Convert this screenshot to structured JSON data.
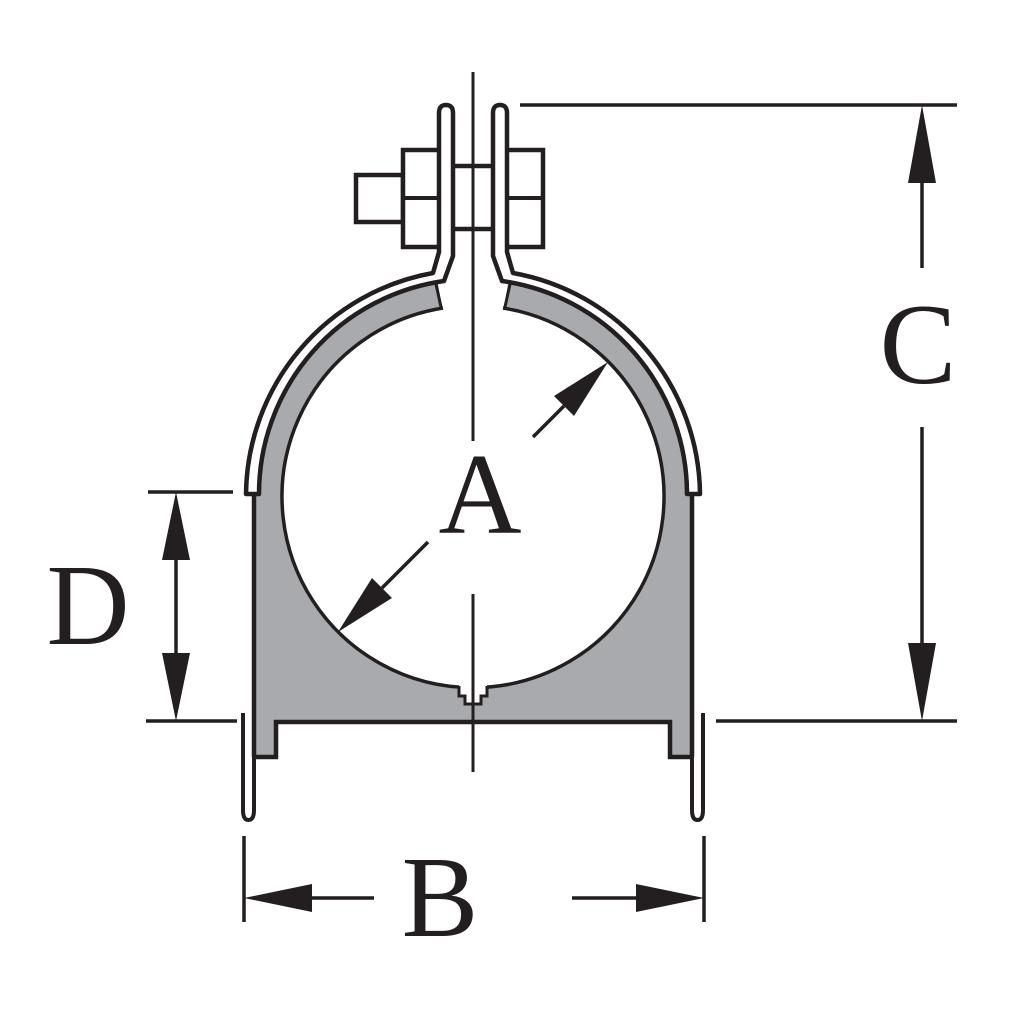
{
  "diagram": {
    "title": "cushioned-conduit-clamp-dimension-drawing",
    "dimension_labels": {
      "bore_diameter": "A",
      "overall_width": "B",
      "overall_height": "C",
      "base_height": "D"
    },
    "colors": {
      "ink": "#231f20",
      "body_gray": "#a8aaad",
      "background": "#ffffff"
    }
  }
}
